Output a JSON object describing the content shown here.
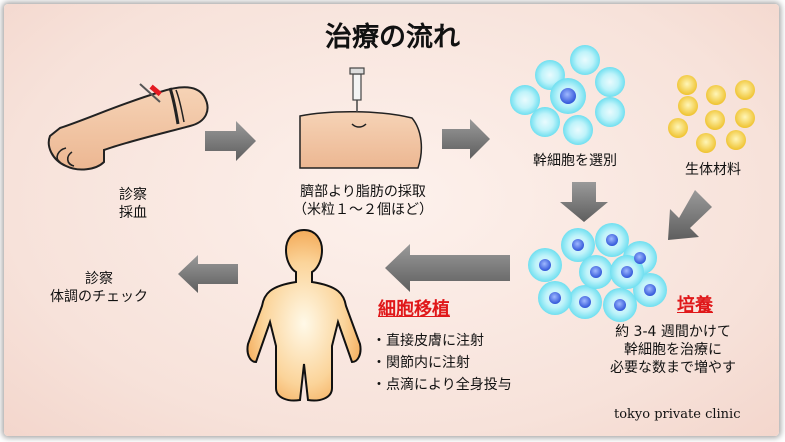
{
  "title": "治療の流れ",
  "steps": {
    "consult": [
      "診察",
      "採血"
    ],
    "harvest": [
      "臍部より脂肪の採取",
      "（米粒１～２個ほど）"
    ],
    "select": "幹細胞を選別",
    "biomaterial": "生体材料",
    "culture": {
      "heading": "培養",
      "lines": [
        "約 3-4 週間かけて",
        "幹細胞を治療に",
        "必要な数まで増やす"
      ]
    },
    "transplant": {
      "heading": "細胞移植",
      "bullets": [
        "・直接皮膚に注射",
        "・関節内に注射",
        "・点滴により全身投与"
      ]
    },
    "checkup": [
      "診察",
      "体調のチェック"
    ]
  },
  "brand": "tokyo private clinic",
  "colors": {
    "cell_outer": "#7fe6f3",
    "cell_nucleus": "#3a62e0",
    "fat_cell": "#f2c936",
    "skin": "#f3c9a9",
    "body_gradient": "#f4a24a",
    "arrow": "#7a7a7a",
    "accent_red": "#e0181a"
  }
}
